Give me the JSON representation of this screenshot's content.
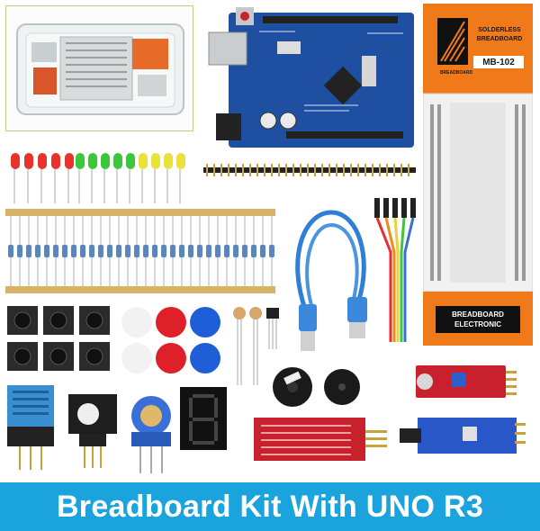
{
  "banner": {
    "title": "Breadboard Kit With UNO R3"
  },
  "breadboard_box": {
    "header_line1": "SOLDERLESS",
    "header_line2": "BREADBOARD",
    "model": "MB-102",
    "brand": "BREADBOARD",
    "footer_line1": "BREADBOARD",
    "footer_line2": "ELECTRONIC"
  },
  "colors": {
    "banner": "#1aa3dc",
    "uno_board": "#1f4fa0",
    "breadboard_orange": "#f07a1a",
    "led_red": "#e8332a",
    "led_green": "#3cc63c",
    "led_yellow": "#e8e23a",
    "cap_white": "#f2f2f2",
    "cap_red": "#e02028",
    "cap_blue": "#1e5fd8",
    "usb_cable": "#2f7fd6",
    "sensor_red": "#c8202c",
    "dht_blue": "#3a8fd0"
  }
}
